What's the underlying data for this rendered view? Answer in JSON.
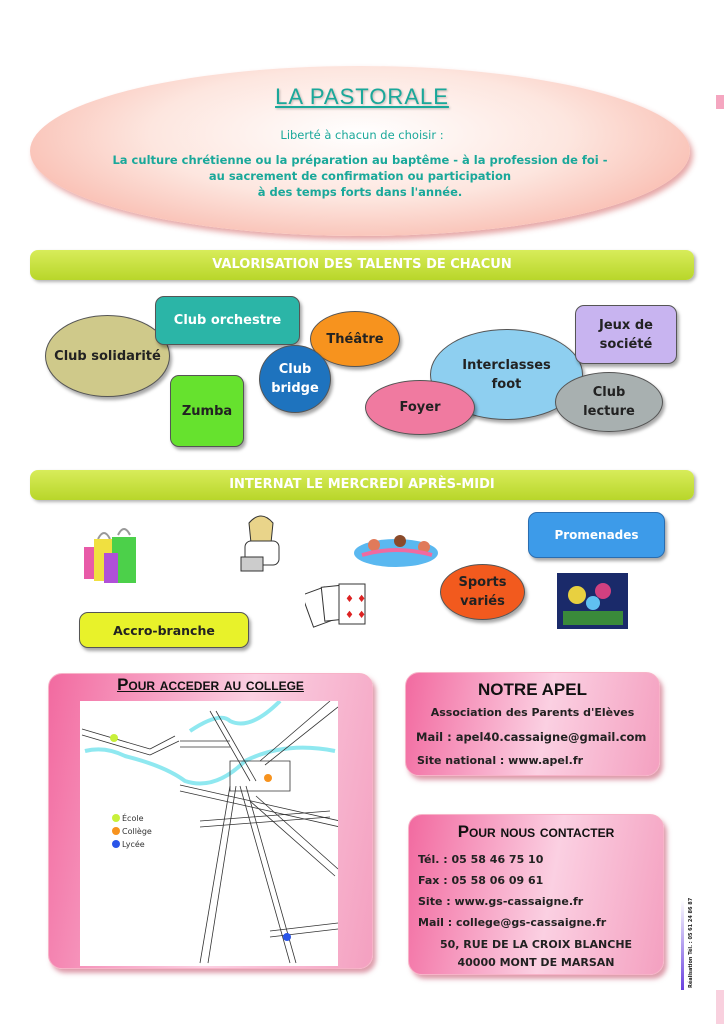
{
  "pastorale": {
    "title": "LA PASTORALE",
    "subtitle": "Liberté à chacun de choisir :",
    "line1": "La culture chrétienne ou la préparation au baptême - à la profession de foi -",
    "line2": "au sacrement de confirmation ou participation",
    "line3": "à des temps forts dans l'année."
  },
  "talents": {
    "heading": "VALORISATION DES TALENTS DE CHACUN",
    "clubs": [
      "Club solidarité",
      "Club orchestre",
      "Théâtre",
      "Club bridge",
      "Zumba",
      "Interclasses foot",
      "Foyer",
      "Jeux de société",
      "Club lecture"
    ]
  },
  "internat": {
    "heading": "INTERNAT LE MERCREDI APRÈS-MIDI",
    "activities": [
      "Promenades",
      "Sports variés",
      "Accro-branche"
    ]
  },
  "map": {
    "title": "Pour acceder au college",
    "legend": [
      "École",
      "Collège",
      "Lycée"
    ],
    "colors": [
      "#c8f03a",
      "#f7931e",
      "#2a55e8"
    ]
  },
  "apel": {
    "title": "NOTRE APEL",
    "subtitle": "Association des Parents d'Elèves",
    "mail": "Mail : apel40.cassaigne@gmail.com",
    "site": "Site national : www.apel.fr"
  },
  "contact": {
    "title": "Pour nous contacter",
    "tel": "Tél. : 05 58 46 75 10",
    "fax": "Fax : 05 58 06 09 61",
    "site": "Site : www.gs-cassaigne.fr",
    "mail": "Mail : college@gs-cassaigne.fr",
    "address1": "50, RUE DE LA CROIX BLANCHE",
    "address2": "40000 MONT DE MARSAN"
  },
  "credit": "Réalisation   Tél. : 05 61 24 86 87"
}
